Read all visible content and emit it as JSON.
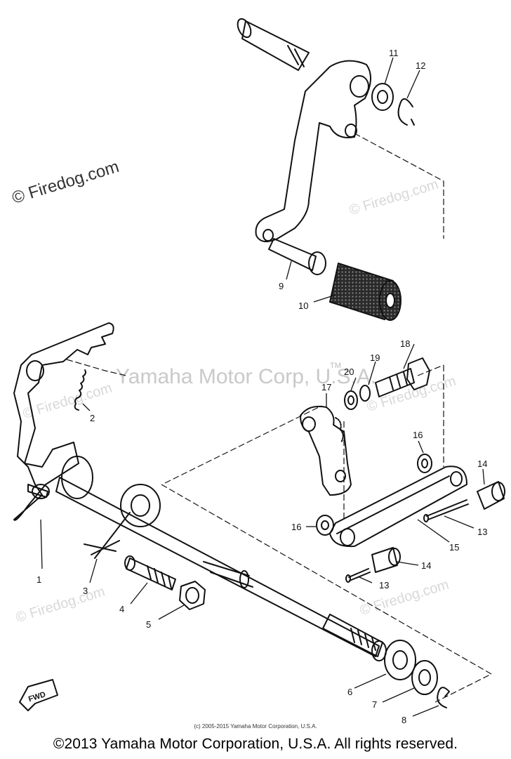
{
  "watermarks": {
    "firedog_primary": "© Firedog.com",
    "firedog_faint": "© Firedog.com",
    "corp": "Yamaha Motor Corp, U.S.A.",
    "tm": "TM"
  },
  "callouts": [
    "1",
    "2",
    "3",
    "4",
    "5",
    "6",
    "7",
    "8",
    "9",
    "10",
    "11",
    "12",
    "13",
    "13",
    "14",
    "14",
    "15",
    "16",
    "16",
    "17",
    "18",
    "19",
    "20"
  ],
  "diagram_copyright": "(c) 2005-2015 Yamaha Motor Corporation, U.S.A.",
  "footer": "©2013 Yamaha Motor Corporation, U.S.A. All rights reserved.",
  "fwd_label": "FWD"
}
